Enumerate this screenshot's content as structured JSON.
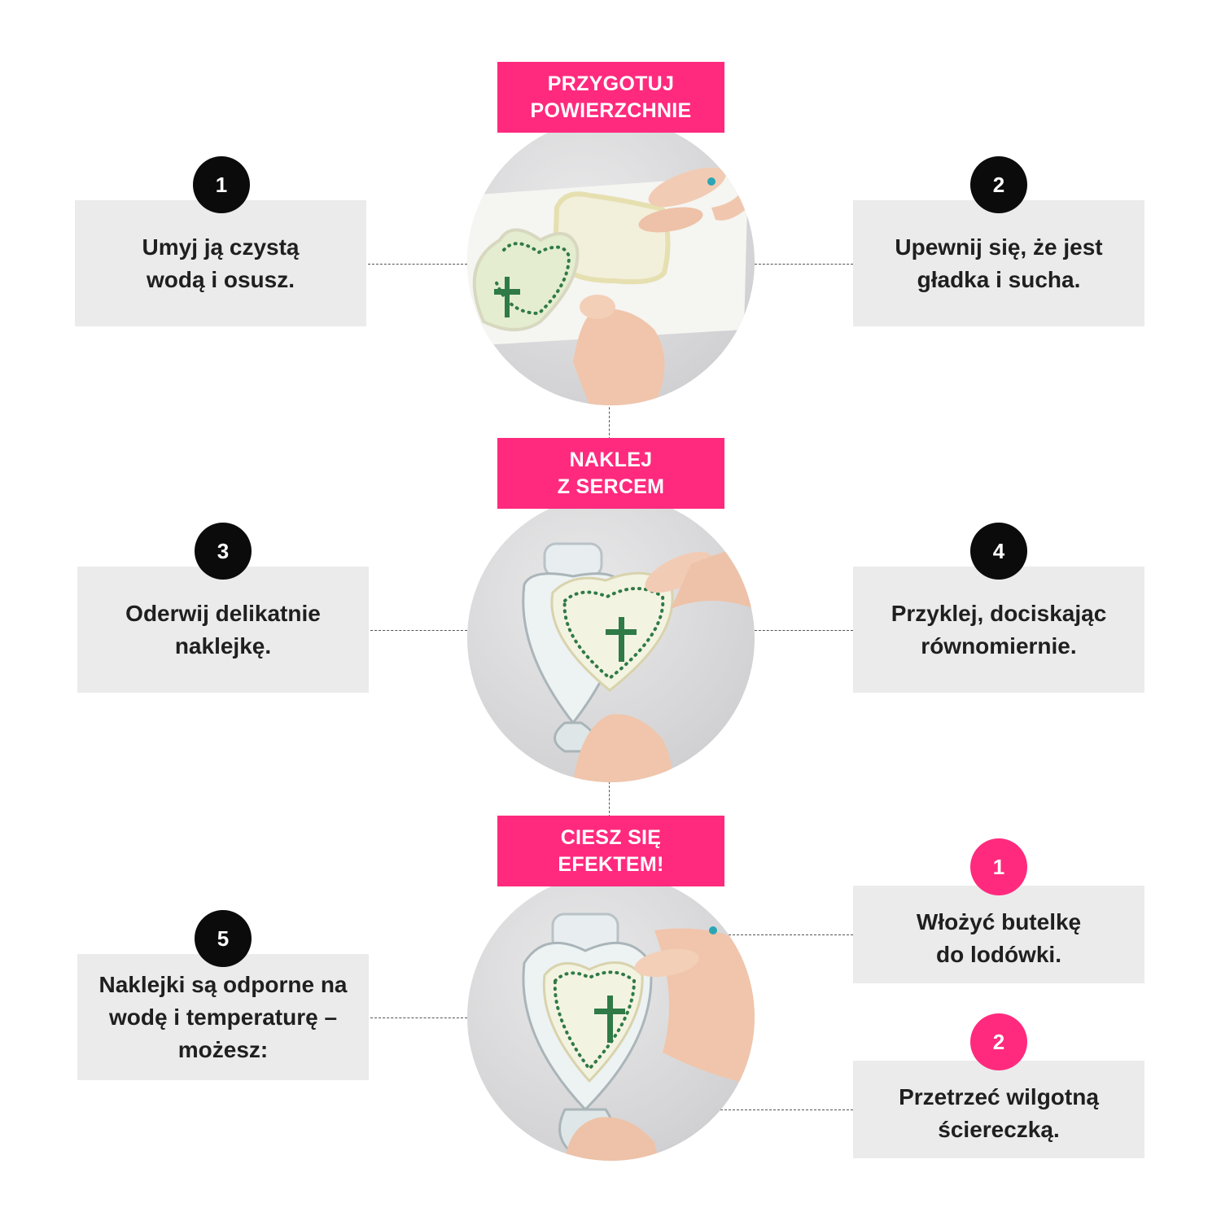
{
  "banners": [
    {
      "text": "PRZYGOTUJ\nPOWIERZCHNIE"
    },
    {
      "text": "NAKLEJ\nZ SERCEM"
    },
    {
      "text": "CIESZ SIĘ\nEFEKTEM!"
    }
  ],
  "steps": [
    {
      "number": "1",
      "text": "Umyj ją czystą\nwodą i osusz."
    },
    {
      "number": "2",
      "text": "Upewnij się, że jest\ngładka i sucha."
    },
    {
      "number": "3",
      "text": "Oderwij delikatnie\nnaklejkę."
    },
    {
      "number": "4",
      "text": "Przyklej, dociskając\nrównomiernie."
    },
    {
      "number": "5",
      "text": "Naklejki są odporne na\nwodę i temperaturę –\nmożesz:"
    }
  ],
  "options": [
    {
      "number": "1",
      "text": "Włożyć butelkę\ndo lodówki."
    },
    {
      "number": "2",
      "text": "Przetrzeć wilgotną\nściereczką."
    }
  ],
  "colors": {
    "accent": "#ff2a7e",
    "box_bg": "#ebebeb",
    "badge_dark": "#0b0b0b"
  }
}
